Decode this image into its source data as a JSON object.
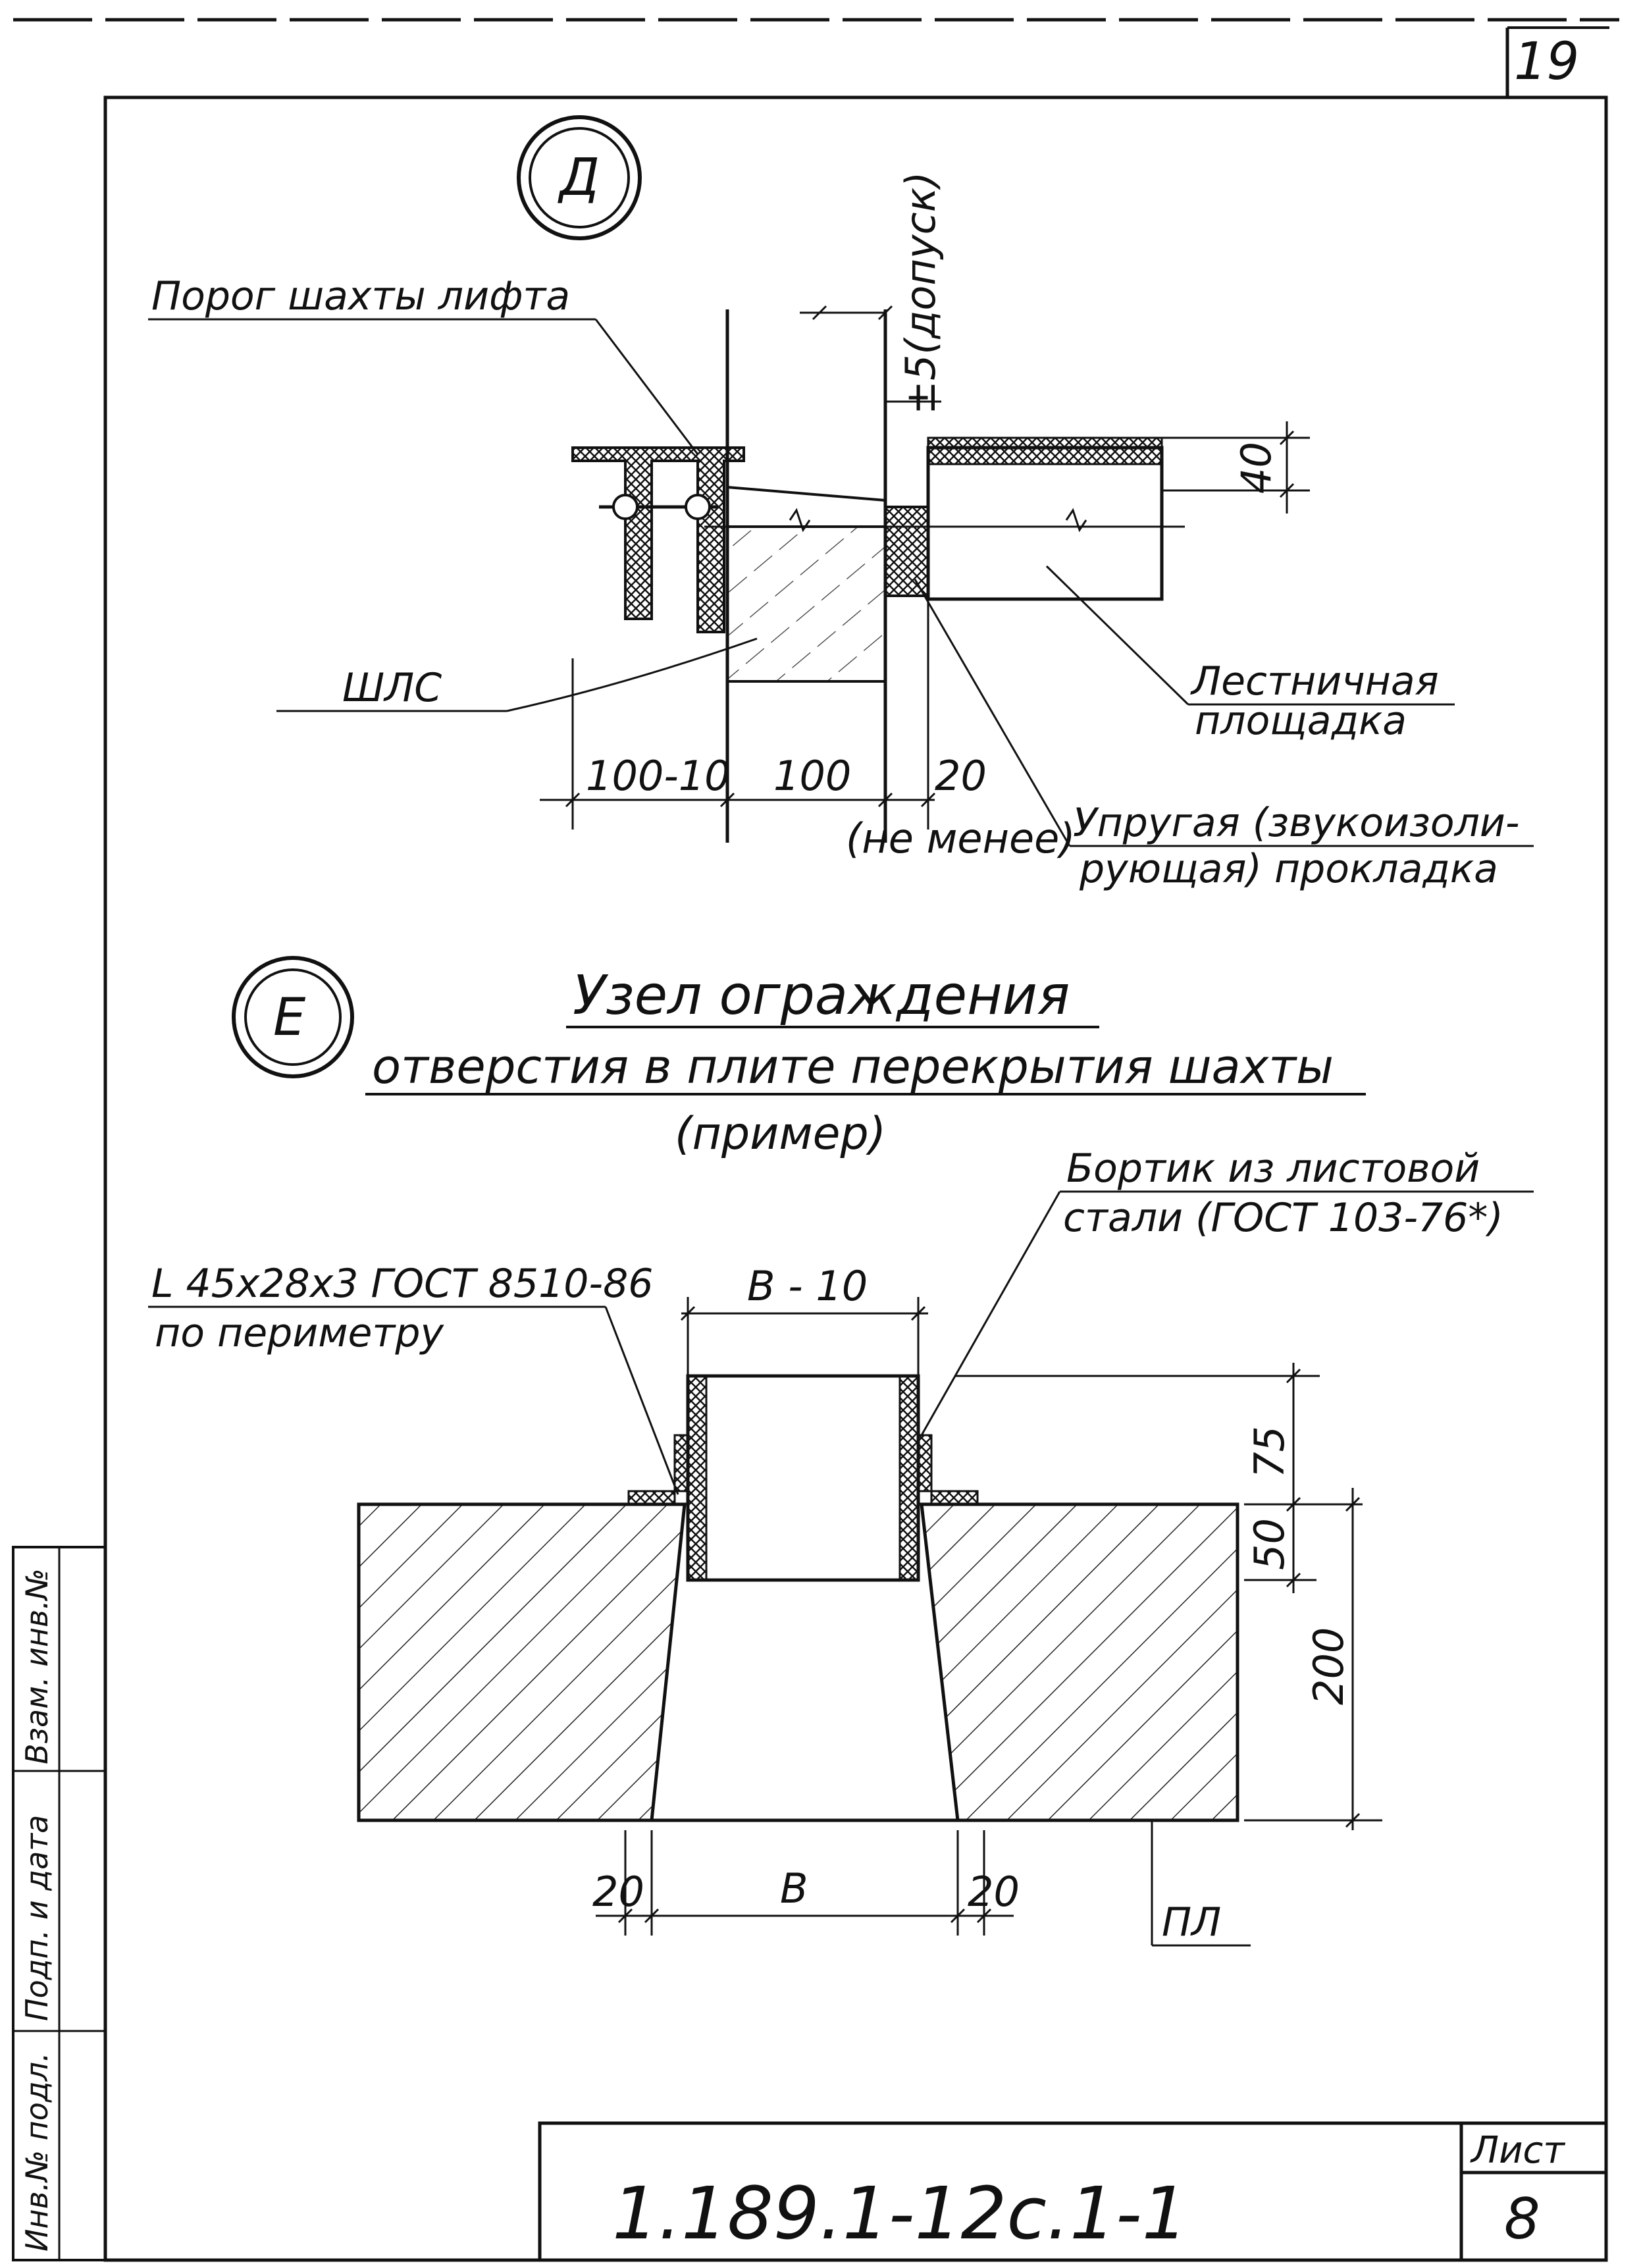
{
  "sheet_number": "19",
  "detail_d": {
    "marker": "Д",
    "labels": {
      "threshold": "Порог шахты лифта",
      "shls": "ШЛС",
      "landing_line1": "Лестничная",
      "landing_line2": "площадка",
      "gasket_line1": "Упругая (звукоизоли-",
      "gasket_line2": "рующая) прокладка"
    },
    "dims": {
      "tolerance": "±5(допуск)",
      "d40": "40",
      "d100_10": "100-10",
      "d100": "100",
      "d20": "20",
      "not_less": "(не менее)"
    }
  },
  "detail_e": {
    "marker": "Е",
    "title_line1": "Узел ограждения",
    "title_line2": "отверстия в плите перекрытия шахты",
    "title_line3": "(пример)",
    "labels": {
      "curb_line1": "Бортик из листовой",
      "curb_line2": "стали (ГОСТ 103-76*)",
      "angle_line1": "L 45x28x3 ГОСТ 8510-86",
      "angle_line2": "по периметру",
      "pl": "ПЛ"
    },
    "dims": {
      "b_minus_10": "B - 10",
      "d75": "75",
      "d50": "50",
      "d200": "200",
      "b": "B",
      "d20_left": "20",
      "d20_right": "20"
    }
  },
  "side_stamp": {
    "inv_no": "Инв.№ подл.",
    "sign_date": "Подп. и дата",
    "replace_inv": "Взам. инв.№"
  },
  "title_block": {
    "doc_code": "1.189.1-12с.1-1",
    "sheet_label": "Лист",
    "sheet_value": "8"
  }
}
